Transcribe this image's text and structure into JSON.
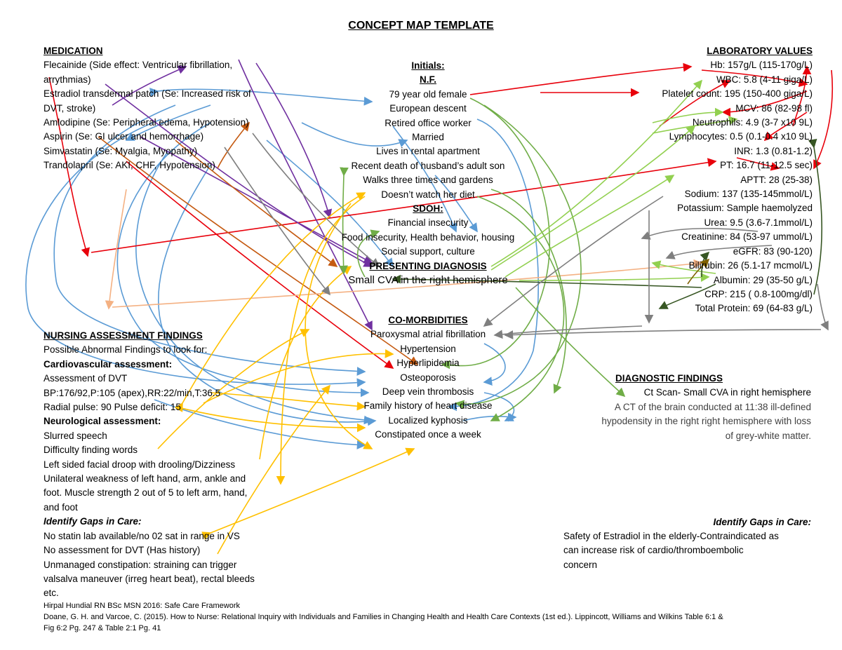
{
  "title": "CONCEPT MAP TEMPLATE",
  "medication": {
    "header": "MEDICATION",
    "lines": [
      "Flecainide (Side effect: Ventricular fibrillation,",
      "arrythmias)",
      "Estradiol transdermal patch (Se: Increased risk of",
      "DVT, stroke)",
      "Amlodipine (Se: Peripheral edema, Hypotension)",
      "Aspirin (Se: GI ulcer and hemorrhage)",
      "Simvastatin (Se: Myalgia, Myopathy)",
      "Trandolapril (Se: AKI, CHF, Hypotension)"
    ]
  },
  "patient": {
    "initials_label": "Initials:",
    "initials": "N.F.",
    "lines": [
      "79 year old female",
      "European descent",
      "Retired office worker",
      "Married",
      "Lives in rental apartment",
      "Recent death of husband’s adult son",
      "Walks three times and gardens",
      "Doesn’t watch her diet"
    ],
    "sdoh_label": "SDOH:",
    "sdoh": [
      "Financial insecurity",
      "Food insecurity, Health behavior, housing",
      "Social support, culture"
    ]
  },
  "diagnosis": {
    "header": "PRESENTING DIAGNOSIS",
    "text": "Small CVA in the right hemisphere"
  },
  "comorbidities": {
    "header": "CO-MORBIDITIES",
    "items": [
      "Paroxysmal atrial fibrillation",
      "Hypertension",
      "Hyperlipidemia",
      "Osteoporosis",
      "Deep vein thrombosis",
      "Family history of heart disease",
      "Localized kyphosis",
      "Constipated once a week"
    ]
  },
  "labs": {
    "header": "LABORATORY VALUES",
    "items": [
      "Hb: 157g/L (115-170g/L)",
      "WBC: 5.8 (4-11 giga/L)",
      "Platelet count: 195 (150-400 giga/L)",
      "MCV: 86 (82-98 fl)",
      "Neutrophils: 4.9 (3-7 x10 9L)",
      "Lymphocytes: 0.5 (0.1-0.4 x10 9L)",
      "INR: 1.3 (0.81-1.2)",
      "PT: 16.7 (11-12.5 sec)",
      "APTT: 28 (25-38)",
      "Sodium: 137 (135-145mmol/L)",
      "Potassium: Sample haemolyzed",
      "Urea: 9.5 (3.6-7.1mmol/L)",
      "Creatinine: 84 (53-97 ummol/L)",
      "eGFR: 83 (90-120)",
      "Bilirubin: 26 (5.1-17 mcmol/L)",
      "Albumin: 29 (35-50 g/L)",
      "CRP: 215 ( 0.8-100mg/dl)",
      "Total Protein: 69 (64-83 g/L)"
    ]
  },
  "nursing": {
    "header": "NURSING ASSESSMENT FINDINGS",
    "intro": "Possible Abnormal Findings to look for:",
    "cardio_label": "Cardiovascular assessment:",
    "cardio": [
      "Assessment of DVT",
      "BP:176/92,P:105 (apex),RR:22/min,T:36.5",
      "Radial pulse: 90 Pulse deficit: 15"
    ],
    "neuro_label": "Neurological assessment:",
    "neuro": [
      "Slurred speech",
      "Difficulty finding words",
      "Left sided facial droop with drooling/Dizziness",
      "Unilateral weakness of left hand, arm, ankle and",
      "foot. Muscle strength 2 out of 5 to left arm, hand,",
      "and foot"
    ],
    "gaps_label": "Identify Gaps in Care:",
    "gaps": [
      "No statin lab available/no 02 sat in range in VS",
      "No assessment for DVT (Has history)",
      "Unmanaged constipation: straining can trigger",
      "valsalva maneuver (irreg heart beat), rectal bleeds",
      "etc."
    ]
  },
  "diagnostic": {
    "header": "DIAGNOSTIC FINDINGS",
    "ct": "Ct Scan- Small CVA in right hemisphere",
    "detail": [
      "A CT of the brain conducted at 11:38  ill-defined",
      "hypodensity in the right right hemisphere with loss",
      "of grey-white matter."
    ],
    "gaps_label": "Identify Gaps in Care:",
    "gaps": [
      "Safety of Estradiol in the elderly-Contraindicated as",
      "can increase risk of cardio/thromboembolic",
      "concern"
    ]
  },
  "footer": [
    "Hirpal Hundial RN BSc MSN 2016: Safe Care Framework",
    "Doane, G. H. and Varcoe, C. (2015). How to Nurse: Relational Inquiry with Individuals and Families in Changing Health and Health Care Contexts (1st ed.). Lippincott, Williams and Wilkins Table 6:1 &",
    "Fig 6:2 Pg. 247 & Table 2:1 Pg. 41"
  ],
  "colors": {
    "blue": "#5b9bd5",
    "red": "#e8000b",
    "purple": "#7030a0",
    "orange": "#c55a11",
    "peach": "#f4b183",
    "yellow": "#ffc000",
    "green": "#70ad47",
    "lightgreen": "#92d050",
    "darkgreen": "#375623",
    "grey": "#7f7f7f",
    "olive": "#7f6000"
  }
}
